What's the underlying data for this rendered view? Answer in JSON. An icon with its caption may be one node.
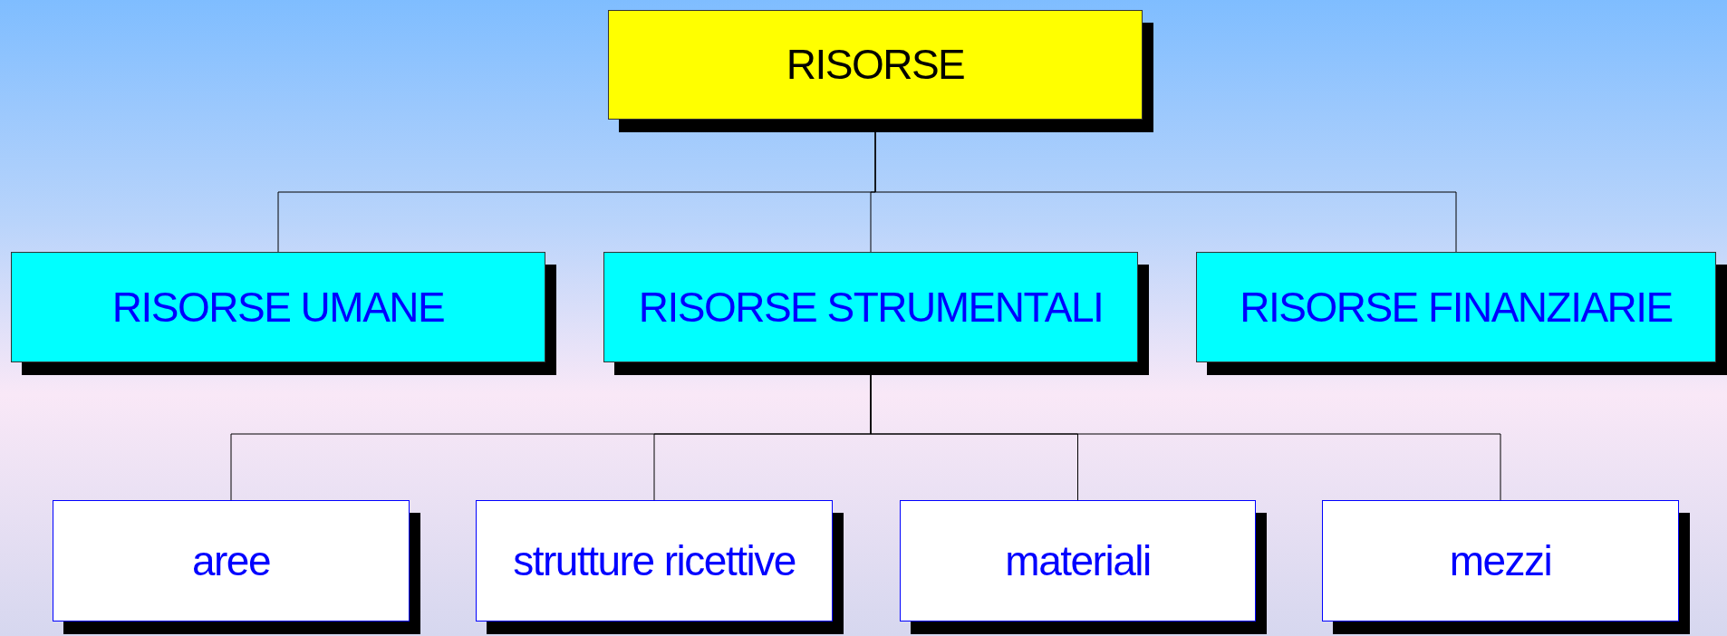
{
  "diagram": {
    "nodes": [
      {
        "text": [
          "RISORSE"
        ]
      },
      {
        "text": [
          "RISORSE UMANE"
        ]
      },
      {
        "text": [
          "RISORSE STRUMENTALI"
        ]
      },
      {
        "text": [
          "RISORSE FINANZIARIE"
        ]
      },
      {
        "text": [
          "aree"
        ]
      },
      {
        "text": [
          "strutture ricettive"
        ]
      },
      {
        "text": [
          "materiali"
        ]
      },
      {
        "text": [
          "mezzi"
        ]
      }
    ],
    "edges": [
      {
        "from": 0,
        "to": 1,
        "arrow": "none"
      },
      {
        "from": 0,
        "to": 2,
        "arrow": "none"
      },
      {
        "from": 0,
        "to": 3,
        "arrow": "none"
      },
      {
        "from": 2,
        "to": 4,
        "arrow": "none"
      },
      {
        "from": 2,
        "to": 5,
        "arrow": "none"
      },
      {
        "from": 2,
        "to": 6,
        "arrow": "none"
      },
      {
        "from": 2,
        "to": 7,
        "arrow": "none"
      }
    ]
  }
}
